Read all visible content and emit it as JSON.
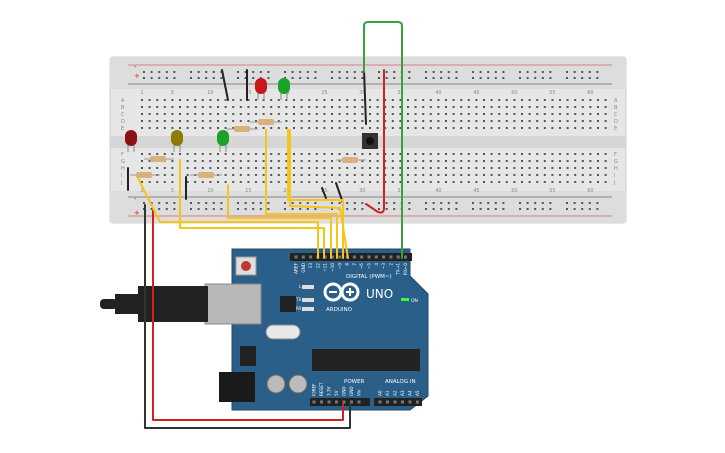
{
  "breadboard": {
    "column_numbers": [
      "1",
      "5",
      "10",
      "15",
      "20",
      "25",
      "30",
      "35",
      "40",
      "45",
      "50",
      "55",
      "60"
    ],
    "row_letters_top": [
      "A",
      "B",
      "C",
      "D",
      "E"
    ],
    "row_letters_bottom": [
      "F",
      "G",
      "H",
      "I",
      "J"
    ],
    "rail_plus": "+",
    "rail_minus": "-"
  },
  "arduino": {
    "logo": "UNO",
    "logo_sub": "ARDUINO",
    "digital_label": "DIGITAL (PWM~)",
    "analog_label": "ANALOG IN",
    "power_label": "POWER",
    "on_label": "ON",
    "l_label": "L",
    "tx_label": "TX",
    "rx_label": "RX",
    "digital_pins": [
      "AREF",
      "GND",
      "13",
      "12",
      "~11",
      "~10",
      "~9",
      "8",
      "7",
      "~6",
      "~5",
      "4",
      "~3",
      "2",
      "TX→1",
      "RX←0"
    ],
    "power_pins": [
      "IOREF",
      "RESET",
      "3.3V",
      "5V",
      "GND",
      "GND",
      "Vin"
    ],
    "analog_pins": [
      "A0",
      "A1",
      "A2",
      "A3",
      "A4",
      "A5"
    ]
  },
  "colors": {
    "board_blue": "#2a5f8a",
    "wire_yellow": "#f5c518",
    "wire_green": "#3aa03a",
    "wire_red": "#d42020",
    "wire_black": "#333333",
    "led_red": "#c81818",
    "led_yellow": "#b8a000",
    "led_green": "#1aa32a"
  }
}
